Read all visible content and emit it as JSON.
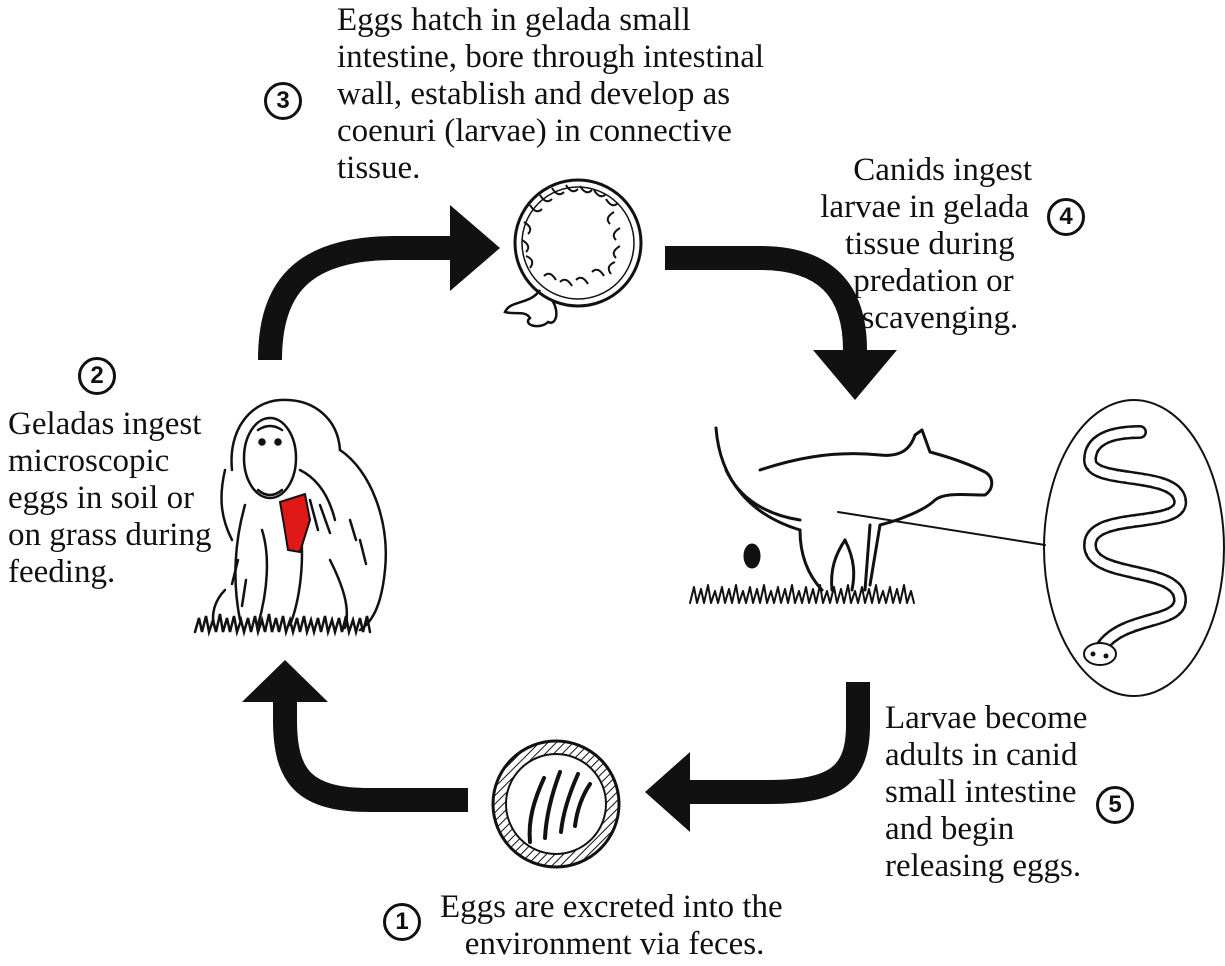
{
  "steps": [
    {
      "number": "1",
      "text": "Eggs are excreted into the\n   environment via feces."
    },
    {
      "number": "2",
      "text": "Geladas ingest\nmicroscopic\neggs in soil or\non grass during\nfeeding."
    },
    {
      "number": "3",
      "text": "Eggs hatch in gelada small\nintestine, bore through intestinal\nwall, establish and develop as\ncoenuri (larvae) in connective\ntissue."
    },
    {
      "number": "4",
      "text": "     Canids ingest\n larvae in gelada\n    tissue during\n     predation or\n      scavenging."
    },
    {
      "number": "5",
      "text": "Larvae become\nadults in canid\nsmall intestine\nand begin\nreleasing eggs."
    }
  ],
  "colors": {
    "ink": "#111111",
    "throat_patch": "#e01818",
    "background": "#ffffff"
  },
  "icons": [
    "egg-icon",
    "gelada-icon",
    "coenurus-larva-icon",
    "canid-icon",
    "tapeworm-icon"
  ]
}
